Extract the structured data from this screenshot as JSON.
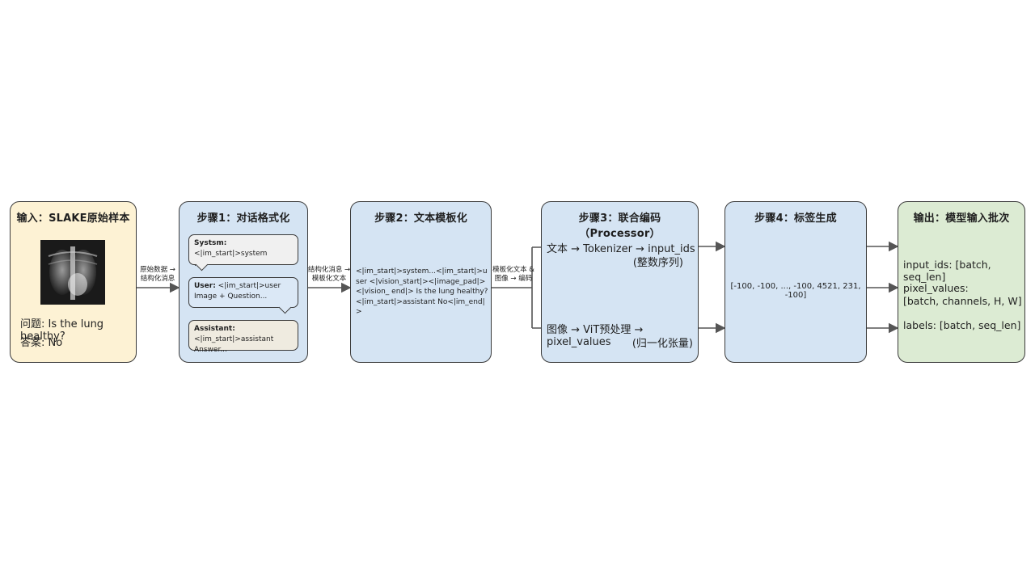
{
  "input": {
    "title": "输入：SLAKE原始样本",
    "question": "问题: Is the lung healthy?",
    "answer": "答案: No"
  },
  "step1": {
    "title": "步骤1：对话格式化",
    "system_role": "Systsm:",
    "system_text": " <|im_start|>system",
    "system_cont": "...",
    "user_role": "User:",
    "user_text": " <|im_start|>user",
    "user_cont": "Image + Question...",
    "assistant_role": "Assistant:",
    "assistant_text": " <|im_start|>assistant",
    "assistant_cont": "Answer..."
  },
  "step2": {
    "title": "步骤2：文本模板化",
    "template": "<|im_start|>system...<|im_start|>user <|vision_start|><|image_pad|><|vision_ end|> Is the lung healthy?<|im_start|>assistant No<|im_end|>"
  },
  "step3": {
    "title": "步骤3：联合编码（Processor）",
    "text_line": "文本 → Tokenizer → input_ids",
    "text_note": "(整数序列)",
    "image_line": "图像 → ViT预处理 → pixel_values",
    "image_note": "(归一化张量)"
  },
  "step4": {
    "title": "步骤4：标签生成",
    "labels": "[-100, -100, ..., -100, 4521, 231, -100]"
  },
  "output": {
    "title": "输出：模型输入批次",
    "input_ids": "input_ids: [batch, seq_len]",
    "pixel_values": "pixel_values:",
    "pixel_shape": "[batch, channels, H, W]",
    "labels": "labels: [batch, seq_len]"
  },
  "arrows": {
    "a1_line1": "原始数据 →",
    "a1_line2": "结构化消息",
    "a2_line1": "结构化消息 →",
    "a2_line2": "模板化文本",
    "a3_line1": "模板化文本 &",
    "a3_line2": "图像 → 编码"
  }
}
